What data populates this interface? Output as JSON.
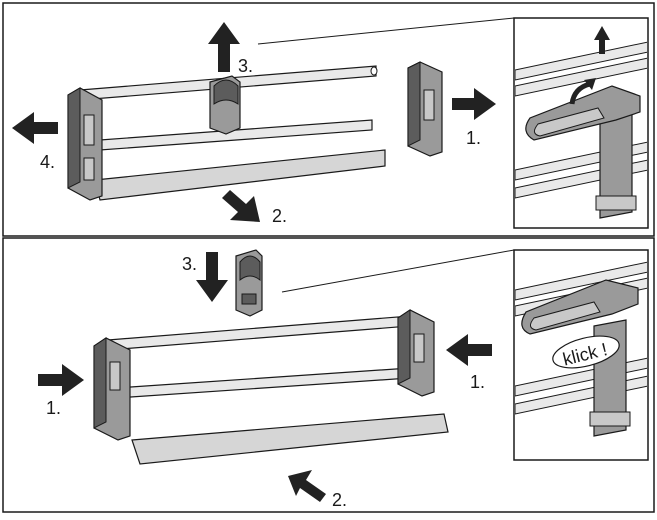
{
  "colors": {
    "line": "#1a1a1a",
    "part_fill": "#9a9a9a",
    "part_dark": "#5c5c5c",
    "part_light": "#c8c8c8",
    "shelf_fill": "#d6d6d6",
    "arrow": "#222222",
    "background": "#ffffff"
  },
  "top_panel": {
    "labels": {
      "step1": "1.",
      "step2": "2.",
      "step3": "3.",
      "step4": "4."
    }
  },
  "bottom_panel": {
    "labels": {
      "step1_left": "1.",
      "step1_right": "1.",
      "step2": "2.",
      "step3": "3.",
      "klick": "klick !"
    }
  }
}
